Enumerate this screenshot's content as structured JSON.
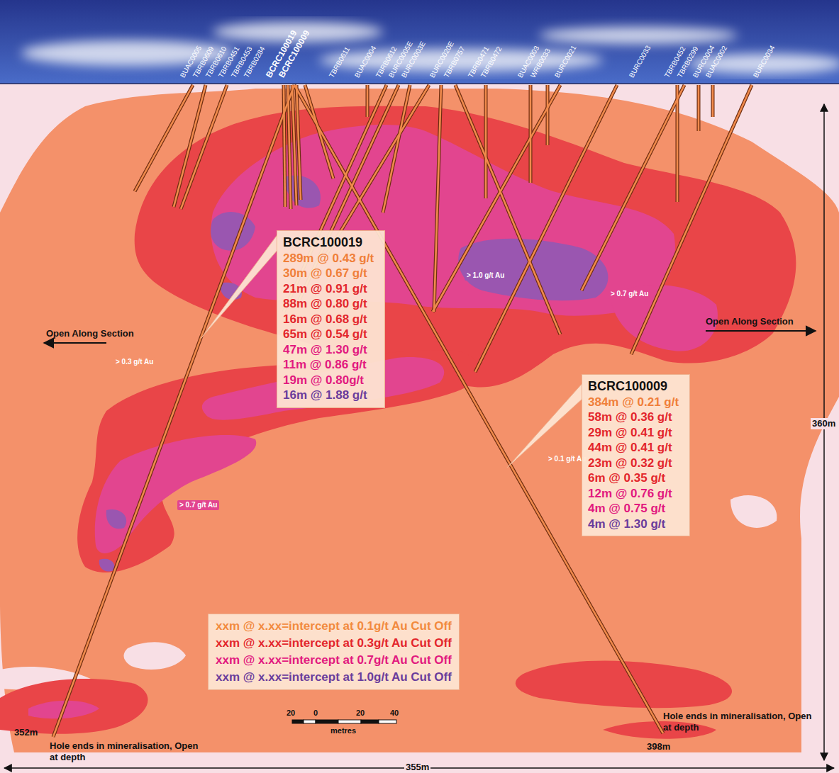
{
  "diagram": {
    "nodes": [
      {
        "text": [
          "BCRC100019",
          "289m @ 0.43 g/t",
          "30m @ 0.67 g/t",
          "21m @ 0.91 g/t",
          "88m @ 0.80 g/t",
          "16m @ 0.68 g/t",
          "65m @ 0.54 g/t",
          "47m @ 1.30 g/t",
          "11m @ 0.86 g/t",
          "19m @ 0.80g/t",
          "16m @ 1.88 g/t"
        ]
      },
      {
        "text": [
          "BCRC100009",
          "384m @ 0.21 g/t",
          "58m @ 0.36 g/t",
          "29m @ 0.41 g/t",
          "44m @ 0.41 g/t",
          "23m @ 0.32 g/t",
          "6m @ 0.35 g/t",
          "12m @ 0.76 g/t",
          "4m @ 0.75 g/t",
          "4m @ 1.30 g/t"
        ]
      }
    ],
    "labels": [
      "BUAC0005",
      "TBRB0609",
      "TBRB0610",
      "TBRB0451",
      "TBRB0453",
      "TBRB0284",
      "BCRC100019",
      "BCRC100009",
      "TBRB0611",
      "BUAC0004",
      "TBRB0612",
      "BURC0005E",
      "BURC0003E",
      "BURC0020E",
      "TBRB0757",
      "TBRB0471",
      "TBRB0472",
      "BUAC0003",
      "WRB0033",
      "BURC0021",
      "BURC0033",
      "TBRB0452",
      "TBRB0299",
      "BURC0004",
      "BUAC0002",
      "BURC0034",
      "> 1.0 g/t Au",
      "> 0.7 g/t Au",
      "Open Along Section",
      "Open Along Section",
      "> 0.3 g/t Au",
      "> 0.1 g/t Au",
      "> 0.7 g/t Au",
      "360m",
      "20",
      "0",
      "20",
      "40",
      "metres",
      "352m",
      "Hole ends in mineralisation, Open at depth",
      "Hole ends in mineralisation, Open at depth",
      "398m",
      "355m"
    ],
    "legend": [
      {
        "text": "xxm @ x.xx=intercept at 0.1g/t Au Cut Off",
        "color": "#f28a3e"
      },
      {
        "text": "xxm @ x.xx=intercept at 0.3g/t Au Cut Off",
        "color": "#e3262c"
      },
      {
        "text": "xxm @ x.xx=intercept at 0.7g/t Au Cut Off",
        "color": "#e2197f"
      },
      {
        "text": "xxm @ x.xx=intercept at 1.0g/t Au Cut Off",
        "color": "#6a3c9c"
      }
    ]
  }
}
